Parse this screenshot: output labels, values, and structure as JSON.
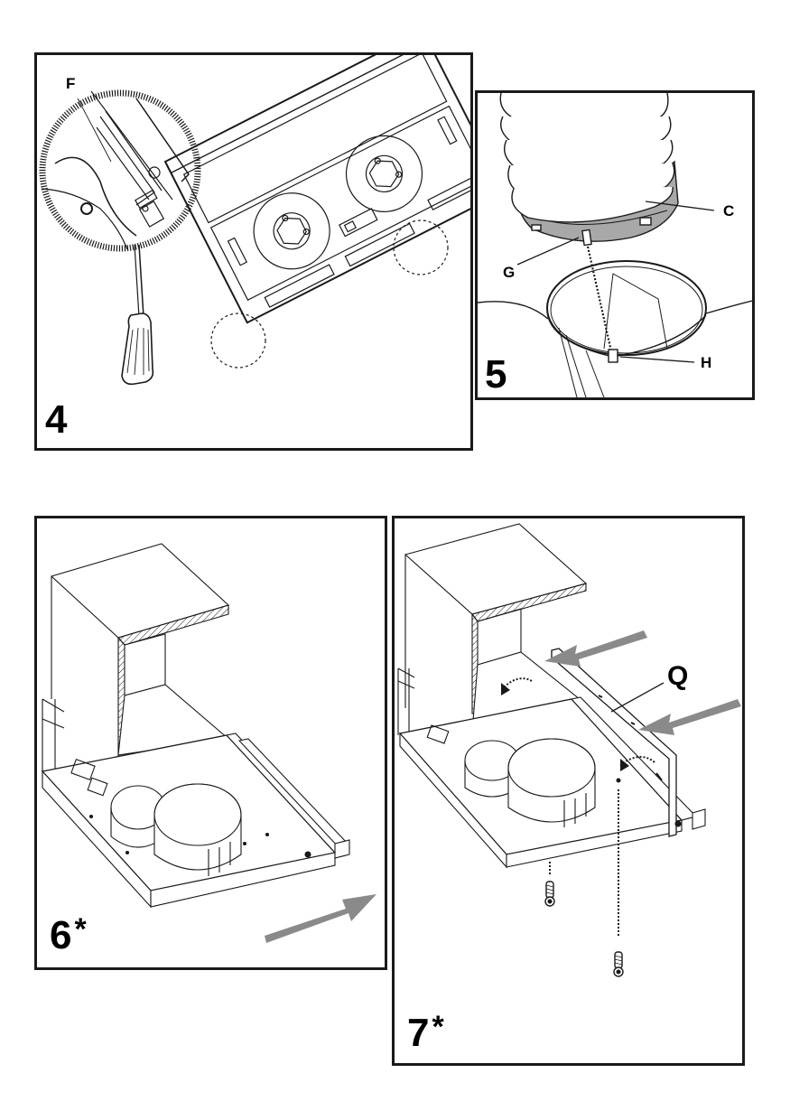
{
  "document": {
    "type": "installation-instructions-figures",
    "figures": [
      {
        "step": "4",
        "asterisk": "",
        "callouts": [
          "F"
        ],
        "depicts": [
          "magnified detail of lock slider",
          "screwdriver",
          "hood underside with two motors and dotted detail circles"
        ]
      },
      {
        "step": "5",
        "asterisk": "",
        "callouts": [
          "C",
          "G",
          "H"
        ],
        "depicts": [
          "flexible duct with gray ring C",
          "tab G aligned to notch H via dotted line",
          "outlet collar"
        ]
      },
      {
        "step": "6",
        "asterisk": "*",
        "callouts": [],
        "depicts": [
          "cabinet section",
          "hood pulled forward",
          "gray direction arrow"
        ]
      },
      {
        "step": "7",
        "asterisk": "*",
        "callouts": [
          "Q"
        ],
        "depicts": [
          "cabinet section",
          "panel Q inserted",
          "two gray arrows",
          "two screws with dotted guide lines"
        ]
      }
    ]
  },
  "labels": {
    "fig4_step": "4",
    "fig4_F": "F",
    "fig5_step": "5",
    "fig5_C": "C",
    "fig5_G": "G",
    "fig5_H": "H",
    "fig6_step": "6",
    "fig6_ast": "*",
    "fig7_step": "7",
    "fig7_ast": "*",
    "fig7_Q": "Q"
  },
  "colors": {
    "line": "#1a1a1a",
    "arrow_gray": "#8a8a8a",
    "ring_gray": "#a8a8a8",
    "background": "#ffffff"
  }
}
